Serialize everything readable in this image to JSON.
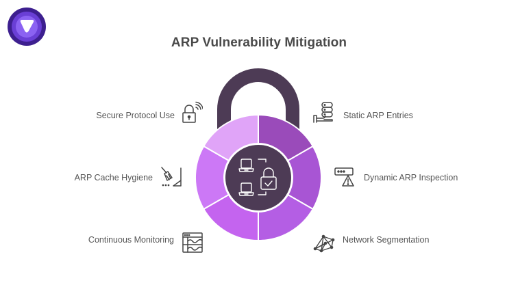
{
  "title": "ARP Vulnerability Mitigation",
  "logo": {
    "icon": "shield-logo-icon",
    "colors": [
      "#3d1f8f",
      "#6a3fd6",
      "#8b62f2",
      "#ffffff"
    ]
  },
  "lock": {
    "shackle_color": "#4d3b55",
    "center_color": "#4d3b55",
    "center_icon": "laptops-lock-check-icon",
    "segments": [
      {
        "position": "top-left",
        "color": "#e0a4f8"
      },
      {
        "position": "top-right",
        "color": "#9a4bba"
      },
      {
        "position": "right",
        "color": "#a855d4"
      },
      {
        "position": "bottom-right",
        "color": "#b45ee4"
      },
      {
        "position": "bottom-left",
        "color": "#c464ef"
      },
      {
        "position": "left",
        "color": "#cc78f6"
      }
    ]
  },
  "items_left": [
    {
      "label": "Secure Protocol Use",
      "icon": "lock-wifi-icon"
    },
    {
      "label": "ARP Cache Hygiene",
      "icon": "broom-sweep-icon"
    },
    {
      "label": "Continuous Monitoring",
      "icon": "monitor-waves-icon"
    }
  ],
  "items_right": [
    {
      "label": "Static ARP Entries",
      "icon": "server-hand-icon"
    },
    {
      "label": "Dynamic ARP Inspection",
      "icon": "password-warning-icon"
    },
    {
      "label": "Network Segmentation",
      "icon": "network-mesh-icon"
    }
  ]
}
